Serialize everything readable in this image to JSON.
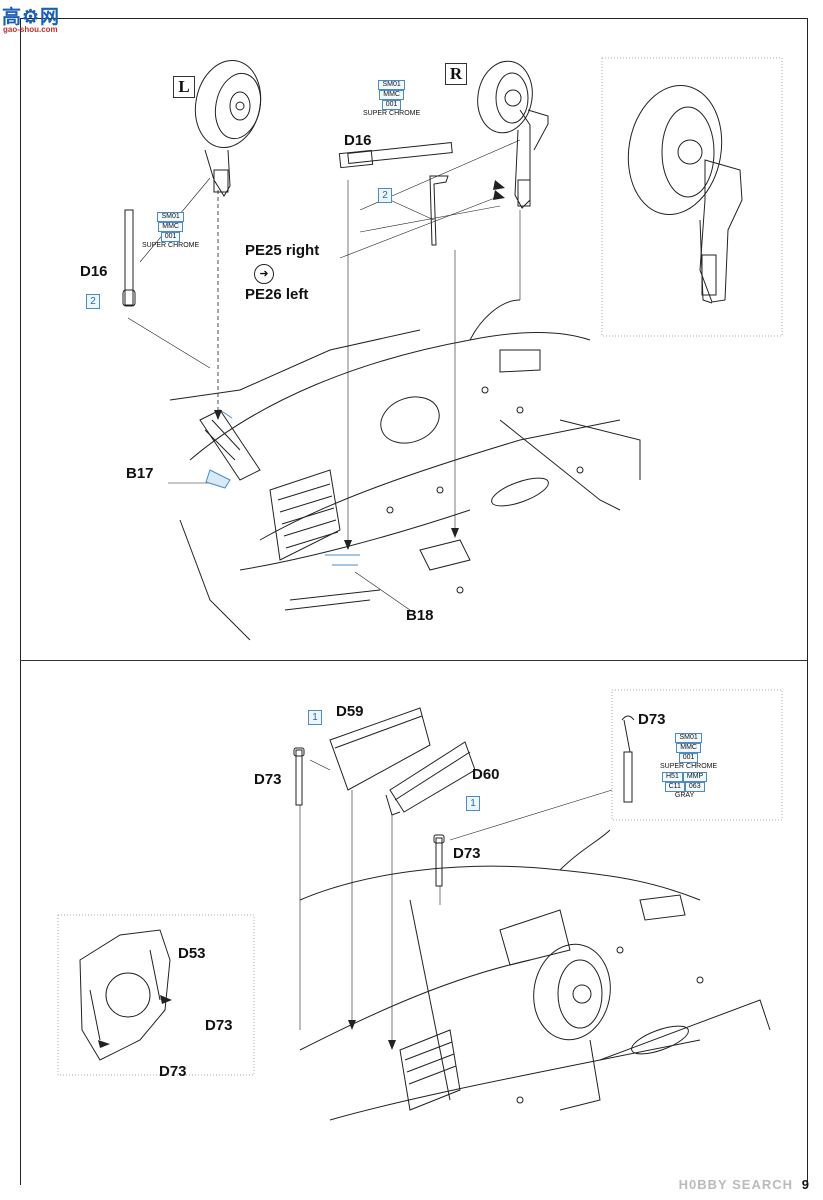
{
  "site_logo": {
    "main": "高⚙网",
    "sub": "gao-shou.com"
  },
  "upper_section": {
    "side_left": "L",
    "side_right": "R",
    "part_d16_top": "D16",
    "part_d16_left": "D16",
    "pe_right": "PE25 right",
    "pe_left": "PE26 left",
    "pe_icon": "➜",
    "part_b17": "B17",
    "part_b18": "B18",
    "step_2a": "2",
    "step_2b": "2",
    "color_top": {
      "code1": "SM01",
      "code2": "MMC",
      "code3": "001",
      "name": "SUPER CHROME"
    },
    "color_left": {
      "code1": "SM01",
      "code2": "MMC",
      "code3": "001",
      "name": "SUPER CHROME"
    }
  },
  "lower_section": {
    "part_d59": "D59",
    "part_d60": "D60",
    "part_d73_left": "D73",
    "part_d73_right": "D73",
    "part_d73_inset": "D73",
    "part_d53": "D53",
    "part_d73_detail_a": "D73",
    "part_d73_detail_b": "D73",
    "step_1a": "1",
    "step_1b": "1",
    "color_inset_a": {
      "code1": "SM01",
      "code2": "MMC",
      "code3": "001",
      "name": "SUPER CHROME"
    },
    "color_inset_b": {
      "code1": "H51",
      "code2": "MMP",
      "code3": "C11",
      "code4": "063",
      "name": "GRAY"
    }
  },
  "footer": {
    "watermark": "H0BBY SEARCH",
    "page_number": "9"
  }
}
